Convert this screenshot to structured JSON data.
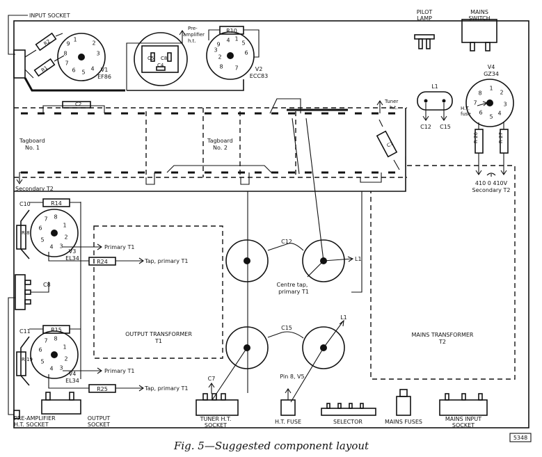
{
  "caption": "Fig. 5—Suggested component layout",
  "figure_number": "5348",
  "labels": {
    "input_socket": "INPUT SOCKET",
    "pilot_lamp_1": "PILOT",
    "pilot_lamp_2": "LAMP",
    "mains_switch_1": "MAINS",
    "mains_switch_2": "SWITCH",
    "preamp_ht_1": "Pre-",
    "preamp_ht_2": "amplifier",
    "preamp_ht_3": "h.t.",
    "r10": "R10",
    "r2": "R2",
    "r1": "R1",
    "v1": "V1",
    "v1_type": "EF86",
    "v2": "V2",
    "v2_type": "ECC83",
    "c5": "C5",
    "c8_top": "C8",
    "c4": "C4",
    "c2": "C2",
    "l1": "L1",
    "c12": "C12",
    "c15": "C15",
    "v4_top": "V4",
    "v4_top_type": "GZ34",
    "ht_fuse_1": "H.T.",
    "ht_fuse_2": "fuse",
    "r26": "R 26",
    "r27": "R 27",
    "tuner_ht_1": "Tuner",
    "tuner_ht_2": "h.t.",
    "c7": "C7",
    "tagboard1_1": "Tagboard",
    "tagboard1_2": "No. 1",
    "tagboard2_1": "Tagboard",
    "tagboard2_2": "No. 2",
    "secondary_t2_left": "Secondary T2",
    "secondary_voltage": "410  0  410V",
    "secondary_t2_right": "Secondary T2",
    "c10": "C10",
    "r14": "R14",
    "r8": "R 8",
    "v3": "V3",
    "v3_type": "EL34",
    "primary_t1_a": "Primary T1",
    "r24": "R24",
    "tap_primary_a": "Tap, primary T1",
    "c8": "C8",
    "c12_circle": "C12",
    "l1_circle": "L1",
    "centre_tap_1": "Centre tap,",
    "centre_tap_2": "primary T1",
    "c11": "C11",
    "r15": "R15",
    "r19": "R 19",
    "v4": "V4",
    "v4_type": "EL34",
    "primary_t1_b": "Primary T1",
    "r25": "R25",
    "tap_primary_b": "Tap, primary T1",
    "output_transformer_1": "OUTPUT TRANSFORMER",
    "output_transformer_2": "T1",
    "c15_circle": "C15",
    "l1_bottom": "L1",
    "mains_transformer_1": "MAINS TRANSFORMER",
    "mains_transformer_2": "T2",
    "c7_bottom": "C7",
    "pin8_v5": "Pin 8, V5",
    "preamp_socket_1": "PRE-AMPLIFIER",
    "preamp_socket_2": "H.T. SOCKET",
    "output_socket_1": "OUTPUT",
    "output_socket_2": "SOCKET",
    "tuner_socket_1": "TUNER H.T.",
    "tuner_socket_2": "SOCKET",
    "ht_fuse_bottom": "H.T. FUSE",
    "selector": "SELECTOR",
    "mains_fuses": "MAINS FUSES",
    "mains_input_1": "MAINS INPUT",
    "mains_input_2": "SOCKET"
  },
  "valve_pins": {
    "v1": [
      "1",
      "2",
      "3",
      "4",
      "5",
      "6",
      "7",
      "8",
      "9"
    ],
    "v2": [
      "1",
      "2",
      "3",
      "4",
      "5",
      "6",
      "7",
      "8",
      "9"
    ],
    "gz34": [
      "1",
      "2",
      "3",
      "4",
      "5",
      "6",
      "7",
      "8"
    ],
    "el34_v3": [
      "1",
      "2",
      "3",
      "4",
      "5",
      "6",
      "7",
      "8"
    ],
    "el34_v4": [
      "1",
      "2",
      "3",
      "4",
      "5",
      "6",
      "7",
      "8"
    ]
  }
}
